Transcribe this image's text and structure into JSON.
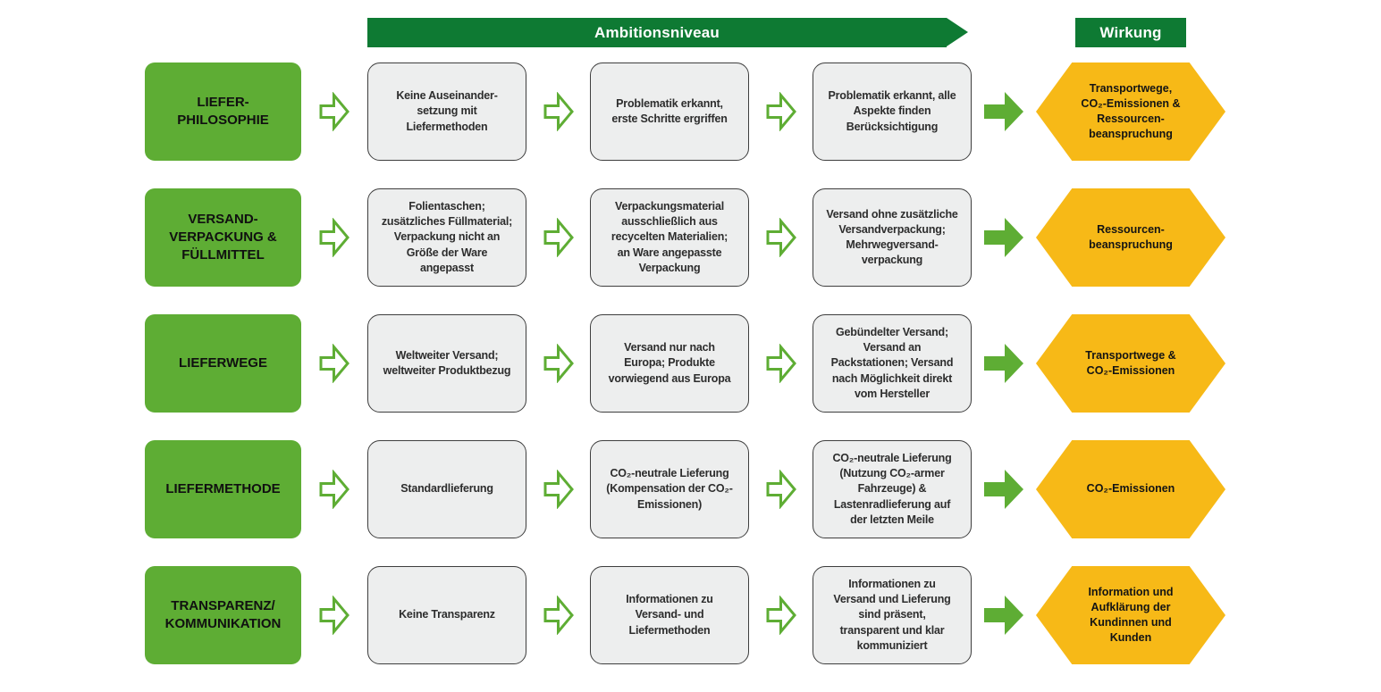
{
  "header": {
    "ambition_label": "Ambitionsniveau",
    "impact_label": "Wirkung"
  },
  "colors": {
    "dark_green": "#0e7a33",
    "green": "#5ead34",
    "yellow": "#f7b917",
    "box_bg": "#edeeee",
    "box_border": "#3e3e3e"
  },
  "icons": {
    "level_arrow": "right-arrow-outline",
    "impact_arrow": "right-arrow-solid"
  },
  "rows": [
    {
      "category": "LIEFER-\nPHILOSOPHIE",
      "levels": [
        "Keine Auseinander-\nsetzung mit\nLiefermethoden",
        "Problematik erkannt,\nerste Schritte ergriffen",
        "Problematik erkannt, alle\nAspekte finden\nBerücksichtigung"
      ],
      "impact": "Transportwege,\nCO₂-Emissionen &\nRessourcen-\nbeanspruchung"
    },
    {
      "category": "VERSAND-\nVERPACKUNG &\nFÜLLMITTEL",
      "levels": [
        "Folientaschen;\nzusätzliches Füllmaterial;\nVerpackung nicht an\nGröße der Ware\nangepasst",
        "Verpackungsmaterial\nausschließlich aus\nrecycelten Materialien;\nan Ware angepasste\nVerpackung",
        "Versand ohne zusätzliche\nVersandverpackung;\nMehrwegversand-\nverpackung"
      ],
      "impact": "Ressourcen-\nbeanspruchung"
    },
    {
      "category": "LIEFERWEGE",
      "levels": [
        "Weltweiter Versand;\nweltweiter Produktbezug",
        "Versand nur nach\nEuropa; Produkte\nvorwiegend aus Europa",
        "Gebündelter Versand;\nVersand an\nPackstationen; Versand\nnach Möglichkeit direkt\nvom Hersteller"
      ],
      "impact": "Transportwege &\nCO₂-Emissionen"
    },
    {
      "category": "LIEFERMETHODE",
      "levels": [
        "Standardlieferung",
        "CO₂-neutrale Lieferung\n(Kompensation der CO₂-\nEmissionen)",
        "CO₂-neutrale Lieferung\n(Nutzung CO₂-armer\nFahrzeuge) &\nLastenradlieferung auf\nder letzten Meile"
      ],
      "impact": "CO₂-Emissionen"
    },
    {
      "category": "TRANSPARENZ/\nKOMMUNIKATION",
      "levels": [
        "Keine Transparenz",
        "Informationen zu\nVersand- und\nLiefermethoden",
        "Informationen zu\nVersand und Lieferung\nsind präsent,\ntransparent und klar\nkommuniziert"
      ],
      "impact": "Information und\nAufklärung der\nKundinnen und\nKunden"
    }
  ]
}
